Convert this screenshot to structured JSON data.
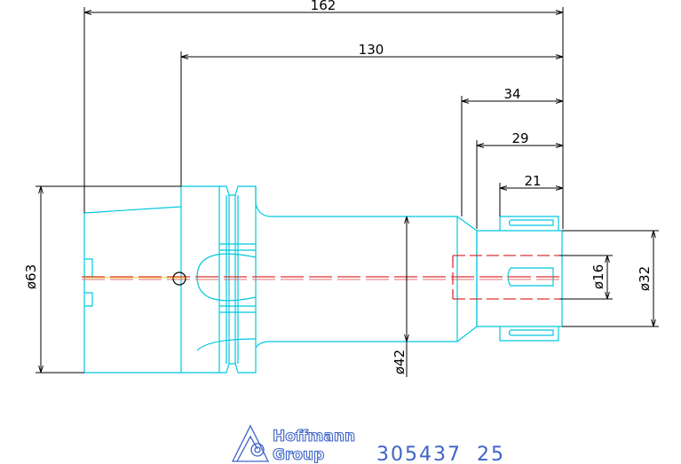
{
  "dimensions": {
    "overall_length": "162",
    "body_length": "130",
    "nose_length": "34",
    "collet_length": "29",
    "clamp_length": "21",
    "flange_diameter": "ø63",
    "shank_diameter": "ø42",
    "bore_diameter": "ø16",
    "nose_diameter": "ø32"
  },
  "branding": {
    "company_line1": "Hoffmann",
    "company_line2": "Group",
    "article_number": "305437",
    "size_code": "25"
  },
  "colors": {
    "outline": "#00c8e0",
    "dimension": "#000000",
    "centerline": "#e03030",
    "brand": "#3e63c8"
  },
  "icons": {
    "logo": "hoffmann-group-logo-icon"
  }
}
